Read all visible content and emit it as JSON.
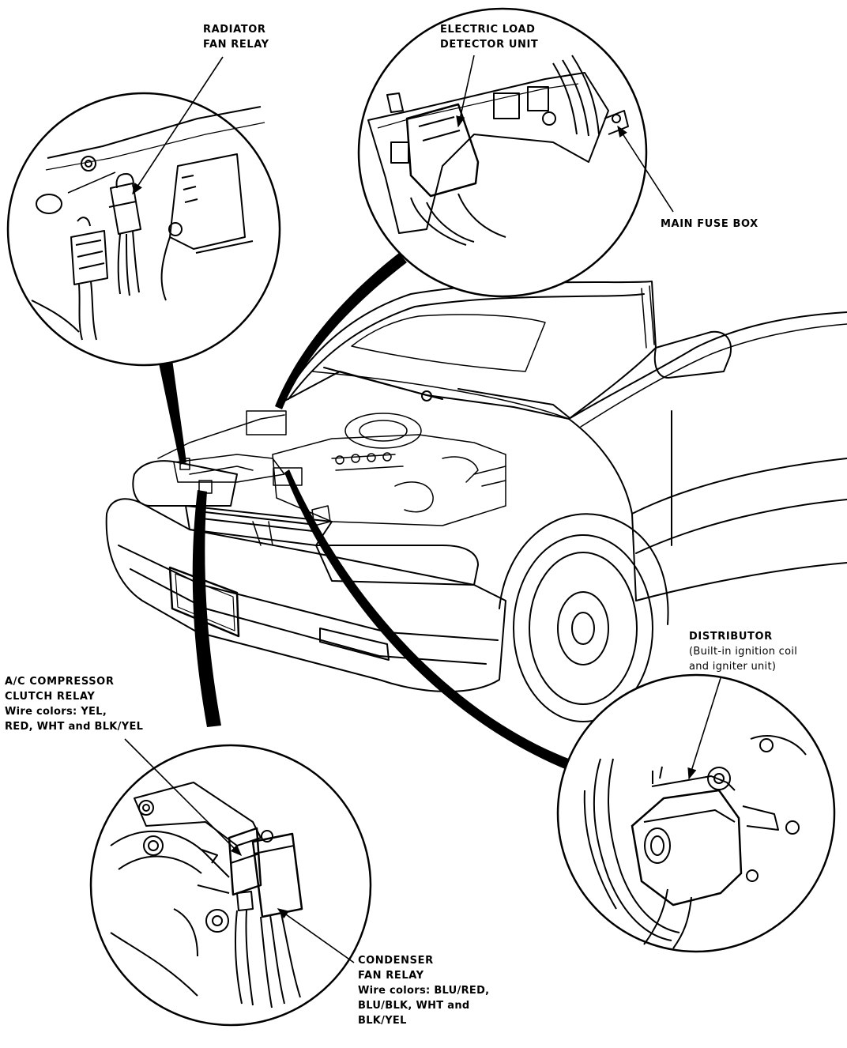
{
  "colors": {
    "ink": "#000000",
    "paper": "#ffffff"
  },
  "labels": {
    "radiator_fan_relay": [
      "RADIATOR",
      "FAN RELAY"
    ],
    "electric_load_detector": [
      "ELECTRIC LOAD",
      "DETECTOR UNIT"
    ],
    "main_fuse_box": "MAIN FUSE BOX",
    "distributor": {
      "title": "DISTRIBUTOR",
      "lines": [
        "(Built-in ignition coil",
        "and igniter unit)"
      ]
    },
    "ac_compressor_clutch_relay": {
      "title": [
        "A/C COMPRESSOR",
        "CLUTCH RELAY"
      ],
      "wire_colors": [
        "Wire colors: YEL,",
        "RED, WHT and BLK/YEL"
      ]
    },
    "condenser_fan_relay": {
      "title": [
        "CONDENSER",
        "FAN RELAY"
      ],
      "wire_colors": [
        "Wire colors: BLU/RED,",
        "BLU/BLK, WHT and",
        "BLK/YEL"
      ]
    }
  }
}
